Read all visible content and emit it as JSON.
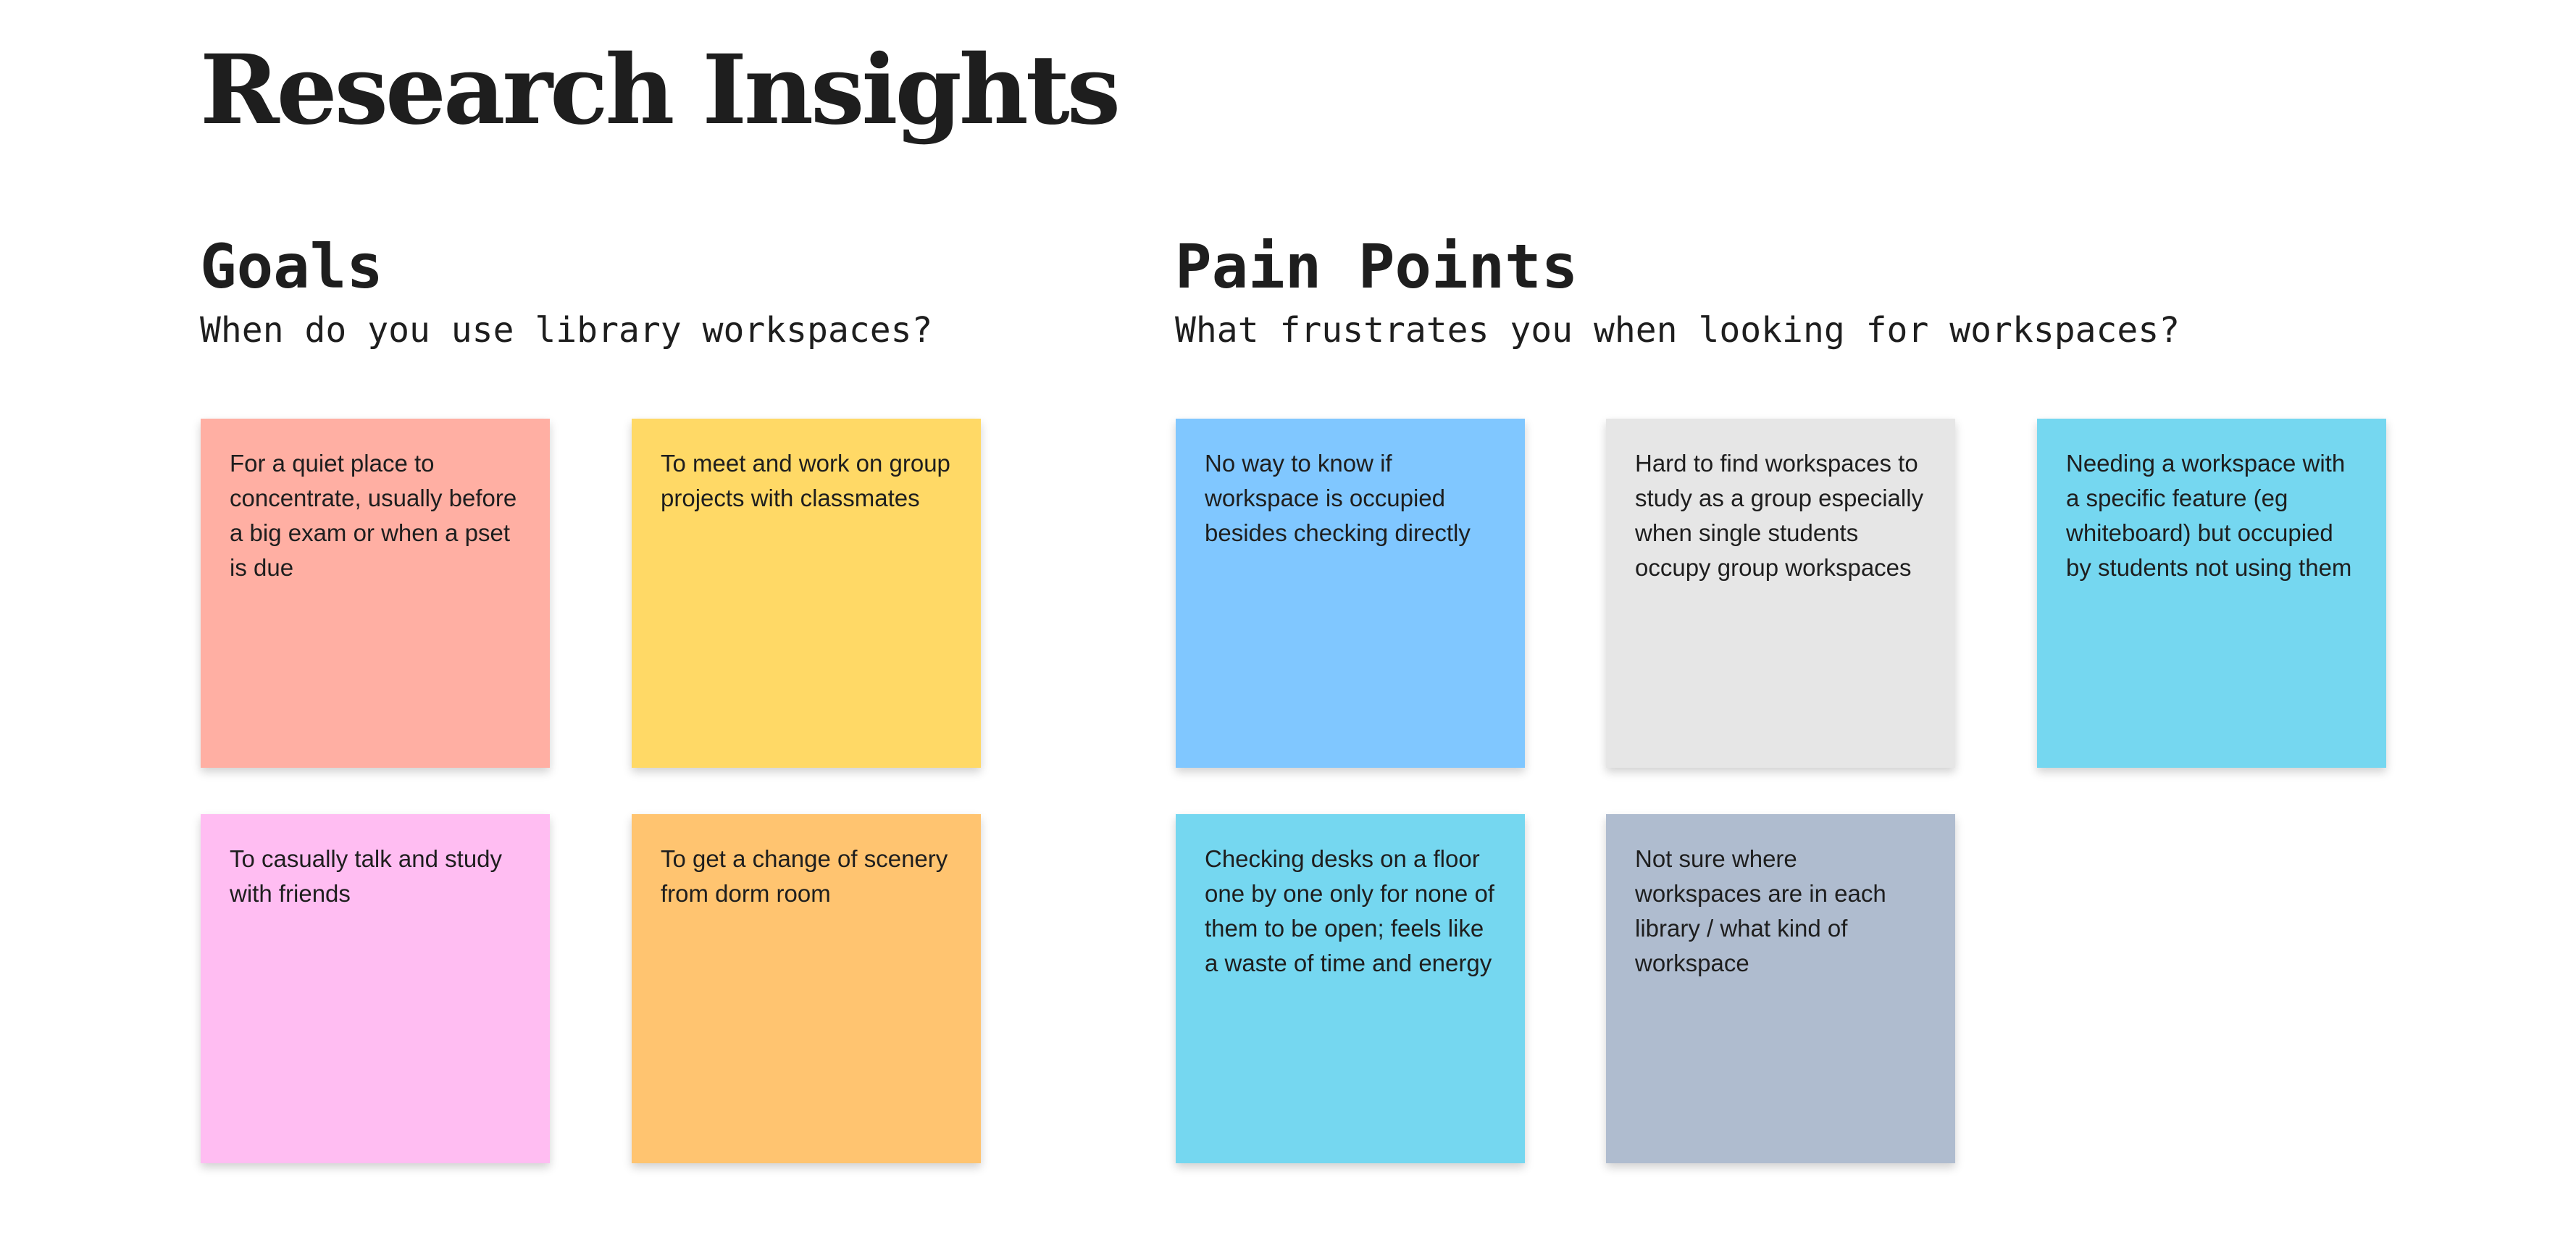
{
  "page": {
    "title": "Research Insights"
  },
  "goals": {
    "heading": "Goals",
    "question": "When do you use library workspaces?",
    "notes": [
      {
        "text": "For a quiet place to concentrate, usually before a big exam or when a pset is due",
        "color": "#FFAFA3"
      },
      {
        "text": "To meet and work on group projects with classmates",
        "color": "#FFD966"
      },
      {
        "text": "To casually talk and study with friends",
        "color": "#FFBDF2"
      },
      {
        "text": "To get a change of scenery from dorm room",
        "color": "#FFC470"
      }
    ]
  },
  "pain_points": {
    "heading": "Pain Points",
    "question": "What frustrates you when looking for workspaces?",
    "notes": [
      {
        "text": "No way to know if workspace is occupied besides checking directly",
        "color": "#80C7FF"
      },
      {
        "text": "Hard to find workspaces to study as a group especially when single students occupy group workspaces",
        "color": "#E6E6E6"
      },
      {
        "text": "Needing a workspace with a specific feature (eg whiteboard) but occupied by students not using them",
        "color": "#75D7F0"
      },
      {
        "text": "Checking desks on a floor one by one only for none of them to be open; feels like a waste of time and energy",
        "color": "#75D7F0"
      },
      {
        "text": "Not sure where workspaces are in each library / what kind of workspace",
        "color": "#AFBCCF"
      }
    ]
  }
}
